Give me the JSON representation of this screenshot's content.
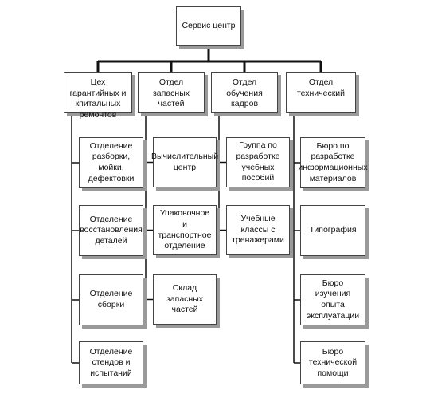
{
  "root": {
    "label": "Сервис центр"
  },
  "departments": [
    {
      "label": "Цех гарантийных и\nкпитальных\nремонтов",
      "children": [
        "Отделение\nразборки, мойки,\nдефектовки",
        "Отделение\nвосстановления\nдеталей",
        "Отделение сборки",
        "Отделение стендов и\nиспытаний"
      ]
    },
    {
      "label": "Отдел запасных\nчастей",
      "children": [
        "Вычислительный\nцентр",
        "Упаковочное и\nтранспортное\nотделение",
        "Склад запасных\nчастей"
      ]
    },
    {
      "label": "Отдел обучения\nкадров",
      "children": [
        "Группа по\nразработке учебных\nпособий",
        "Учебные классы с\nтренажерами"
      ]
    },
    {
      "label": "Отдел технический",
      "children": [
        "Бюро по разработке\nинформационных\nматериалов",
        "Типография",
        "Бюро изучения\nопыта эксплуатации",
        "Бюро технической\nпомощи"
      ]
    }
  ]
}
